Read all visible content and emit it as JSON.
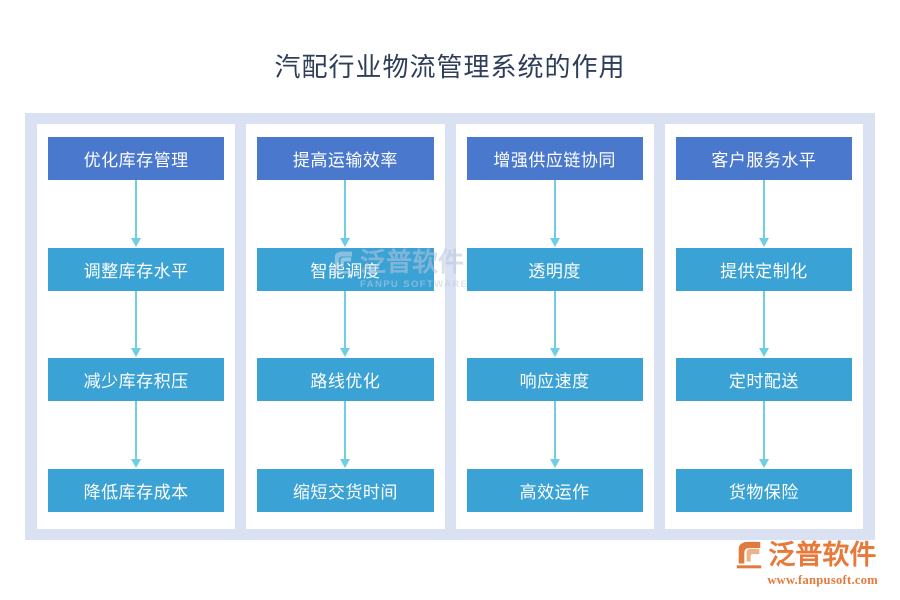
{
  "title": "汽配行业物流管理系统的作用",
  "colors": {
    "board_bg": "#d9e1f2",
    "panel_bg": "#ffffff",
    "head_box": "#4a78cc",
    "body_box": "#3aa2d4",
    "connector": "#6ecfe3",
    "title_text": "#2e3d59",
    "logo": "#e8793b",
    "watermark": "#b9c6dd"
  },
  "columns": [
    {
      "head": "优化库存管理",
      "steps": [
        "调整库存水平",
        "减少库存积压",
        "降低库存成本"
      ]
    },
    {
      "head": "提高运输效率",
      "steps": [
        "智能调度",
        "路线优化",
        "缩短交货时间"
      ]
    },
    {
      "head": "增强供应链协同",
      "steps": [
        "透明度",
        "响应速度",
        "高效运作"
      ]
    },
    {
      "head": "客户服务水平",
      "steps": [
        "提供定制化",
        "定时配送",
        "货物保险"
      ]
    }
  ],
  "watermark": {
    "cn": "泛普软件",
    "en": "FANPU SOFTWARE"
  },
  "logo": {
    "cn": "泛普软件",
    "url": "www.fanpusoft.com"
  }
}
